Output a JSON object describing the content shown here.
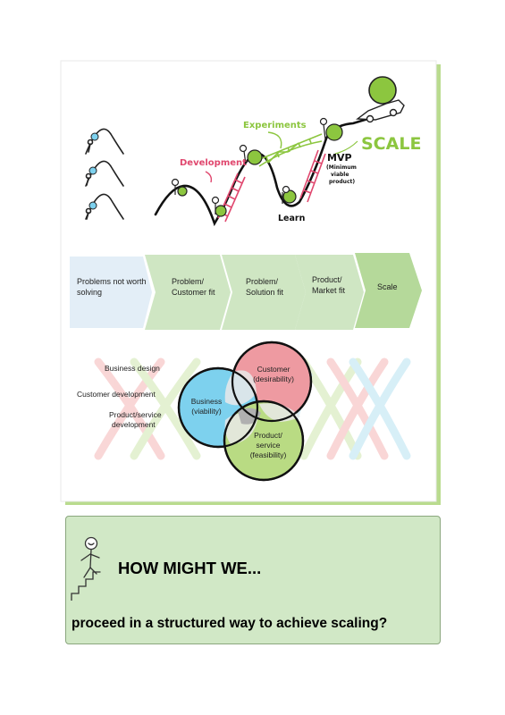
{
  "journey": {
    "labels": {
      "development": "Development",
      "experiments": "Experiments",
      "learn": "Learn",
      "mvp": "MVP",
      "mvp_note_1": "(Minimum",
      "mvp_note_2": "viable",
      "mvp_note_3": "product)",
      "scale": "SCALE"
    }
  },
  "stages": [
    {
      "line1": "Problems not worth",
      "line2": "solving"
    },
    {
      "line1": "Problem/",
      "line2": "Customer fit"
    },
    {
      "line1": "Problem/",
      "line2": "Solution fit"
    },
    {
      "line1": "Product/",
      "line2": "Market fit"
    },
    {
      "line1": "Scale",
      "line2": ""
    }
  ],
  "venn": {
    "left_labels": {
      "business_design": "Business design",
      "customer_development": "Customer development",
      "product_dev_1": "Product/service",
      "product_dev_2": "development"
    },
    "circles": {
      "customer": {
        "line1": "Customer",
        "line2": "(desirability)"
      },
      "business": {
        "line1": "Business",
        "line2": "(viability)"
      },
      "product": {
        "line1": "Product/",
        "line2": "service",
        "line3": "(feasibility)"
      }
    }
  },
  "colors": {
    "green_light": "#cfe6c3",
    "green_mid": "#b5d99a",
    "green_accent": "#8cc63f",
    "blue_light": "#e3eef7",
    "blue_circle": "#7dd1ee",
    "pink_circle": "#ee9aa1",
    "green_circle": "#b9db83",
    "pink_text": "#e0476e"
  },
  "hmw": {
    "title": "HOW MIGHT WE...",
    "question": "proceed in a structured way to achieve scaling?"
  }
}
